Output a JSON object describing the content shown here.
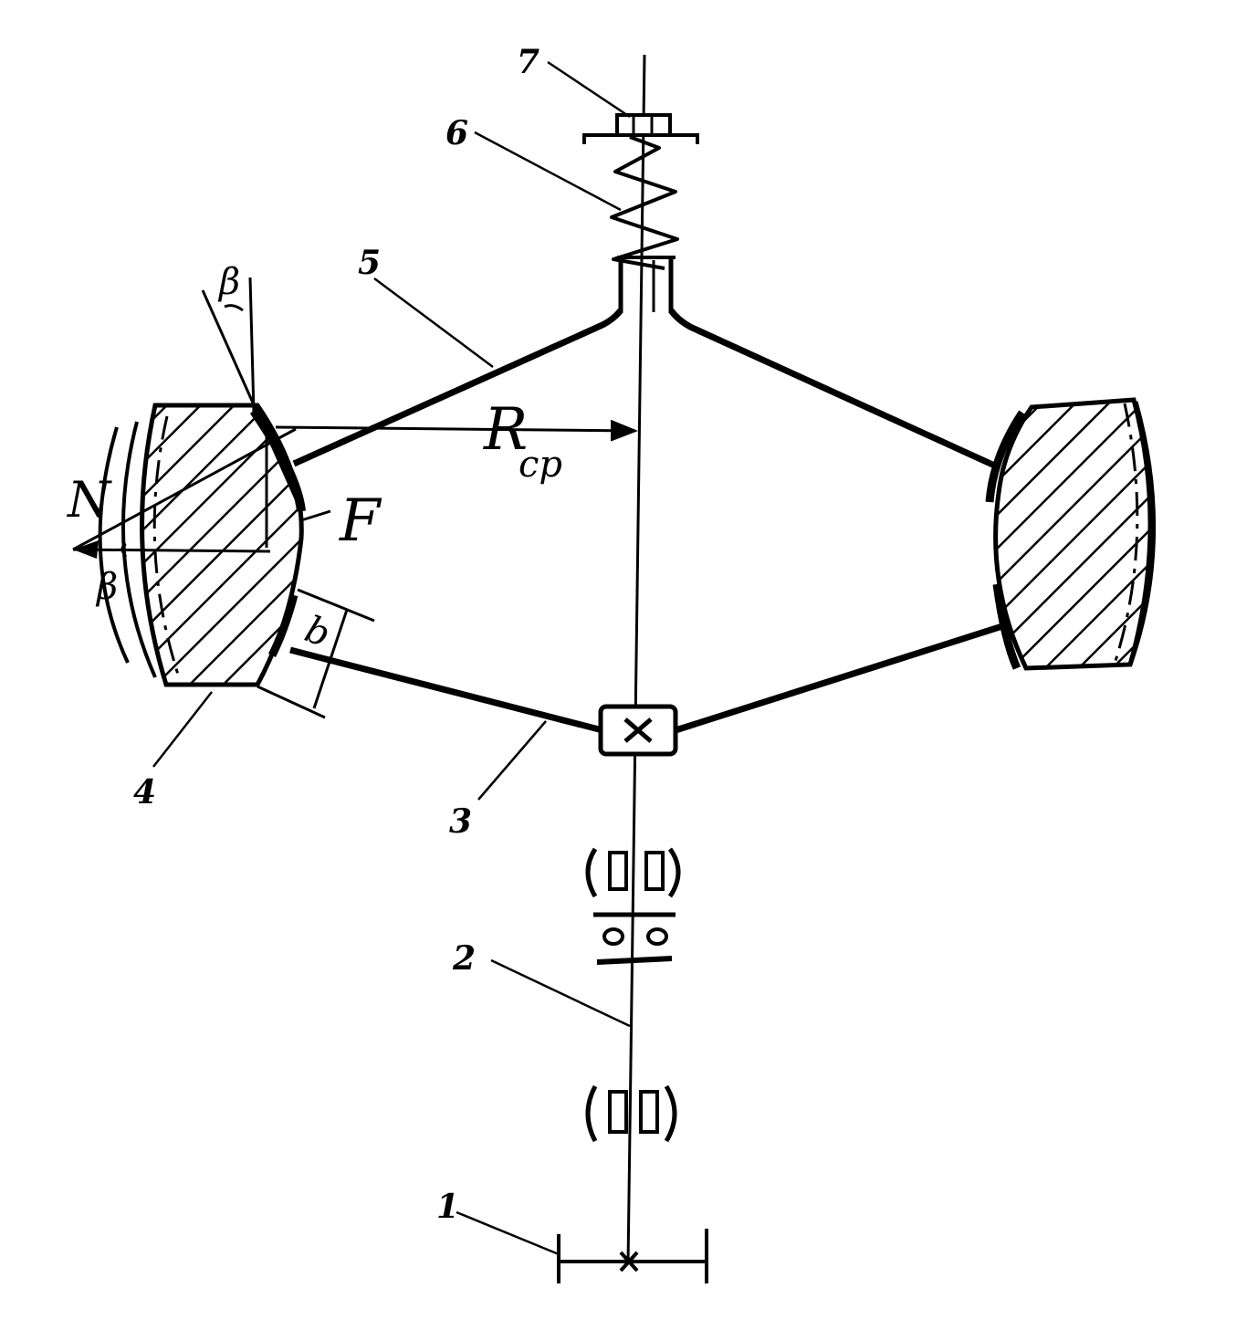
{
  "labels": {
    "part_1": "1",
    "part_2": "2",
    "part_3": "3",
    "part_4": "4",
    "part_5": "5",
    "part_6": "6",
    "part_7": "7",
    "radius_main": "R",
    "radius_sub": "cp",
    "normal_force": "N",
    "friction_force": "F",
    "angle_top": "β",
    "angle_bottom": "β",
    "width": "b"
  },
  "colors": {
    "ink": "#000000",
    "paper": "#ffffff"
  }
}
